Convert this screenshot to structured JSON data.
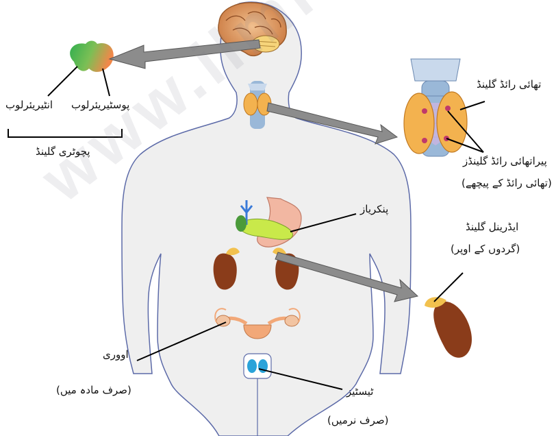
{
  "watermark": "www.ilmi",
  "labels": {
    "anterior_lobe": "انٹیریئرلوب",
    "posterior_lobe": "پوسٹیریئرلوب",
    "pituitary_gland": "پچوٹری گلینڈ",
    "thyroid_gland": "تھائی رائڈ گلینڈ",
    "parathyroid_glands": "پیراتھائی رائڈ گلینڈز",
    "parathyroid_note": "(تھائی رائڈ کے پیچھے)",
    "pancreas": "پنکریاز",
    "adrenal_gland": "ایڈرینل گلینڈ",
    "adrenal_note": "(گردوں کے اوپر)",
    "ovary": "اووری",
    "ovary_note": "(صرف مادہ میں)",
    "testes": "ٹیسٹیز",
    "testes_note": "(صرف نرمیں)"
  },
  "colors": {
    "body_fill": "#efefef",
    "body_outline": "#5c6aa8",
    "arrow": "#8c8c8c",
    "pituitary_green": "#2fae4f",
    "pituitary_orange": "#f0884a",
    "kidney": "#8a3c1a",
    "adrenal": "#f2c14e",
    "thyroid": "#f3b24f",
    "stomach": "#f2b7a2",
    "pancreas": "#c9e94a",
    "testes": "#2aa3d9"
  }
}
